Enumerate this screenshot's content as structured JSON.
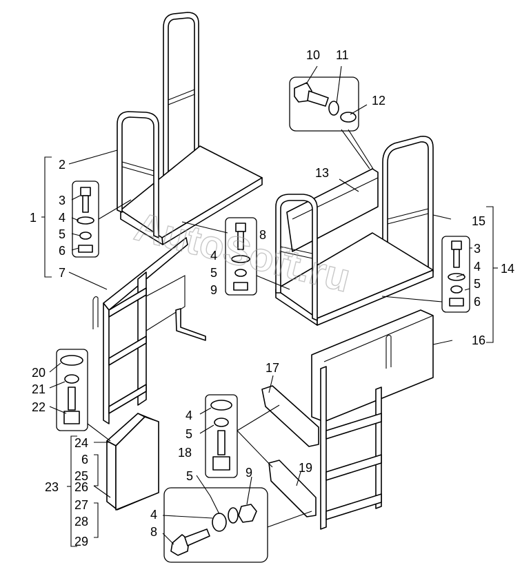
{
  "watermark": "AutoSoft.ru",
  "callouts": {
    "n1": "1",
    "n2": "2",
    "n3a": "3",
    "n4a": "4",
    "n5a": "5",
    "n6a": "6",
    "n7": "7",
    "n8a": "8",
    "n4b": "4",
    "n5b": "5",
    "n9a": "9",
    "n10": "10",
    "n11": "11",
    "n12": "12",
    "n13": "13",
    "n15": "15",
    "n3b": "3",
    "n4c": "4",
    "n14": "14",
    "n5c": "5",
    "n6c": "6",
    "n16": "16",
    "n20": "20",
    "n21": "21",
    "n22": "22",
    "n24": "24",
    "n6b": "6",
    "n25": "25",
    "n23": "23",
    "n26": "26",
    "n27": "27",
    "n28": "28",
    "n29": "29",
    "n17": "17",
    "n4d": "4",
    "n5d": "5",
    "n18": "18",
    "n19": "19",
    "n5e": "5",
    "n9b": "9",
    "n4e": "4",
    "n8b": "8"
  }
}
